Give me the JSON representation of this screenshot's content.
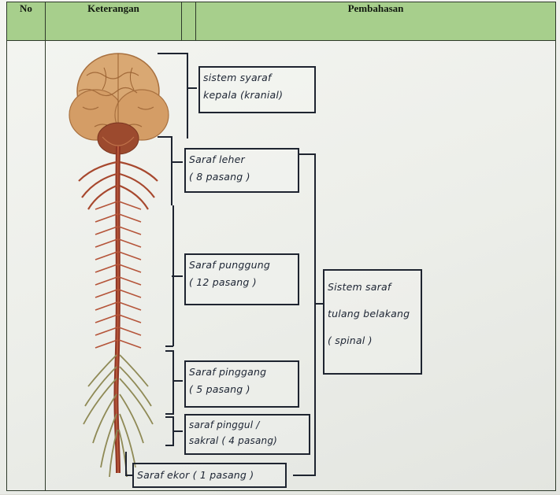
{
  "table": {
    "headers": {
      "no": "No",
      "keterangan": "Keterangan",
      "pembahasan": "Pembahasan"
    }
  },
  "figure": {
    "subject": "illustration of brain, spinal cord and spinal nerves",
    "labels": [
      {
        "id": "cranial",
        "lines": [
          "sistem syaraf",
          "kepala (kranial)"
        ]
      },
      {
        "id": "cervical",
        "lines": [
          "Saraf leher",
          "( 8 pasang )"
        ]
      },
      {
        "id": "thoracic",
        "lines": [
          "Saraf punggung",
          "( 12 pasang )"
        ]
      },
      {
        "id": "lumbar",
        "lines": [
          "Saraf pinggang",
          "( 5 pasang )"
        ]
      },
      {
        "id": "sacral",
        "lines": [
          "saraf pinggul /",
          "sakral ( 4 pasang)"
        ]
      },
      {
        "id": "coccygeal",
        "lines": [
          "Saraf ekor ( 1 pasang )"
        ]
      },
      {
        "id": "spinal",
        "lines": [
          "Sistem saraf",
          "tulang belakang",
          "( spinal )"
        ]
      }
    ]
  }
}
